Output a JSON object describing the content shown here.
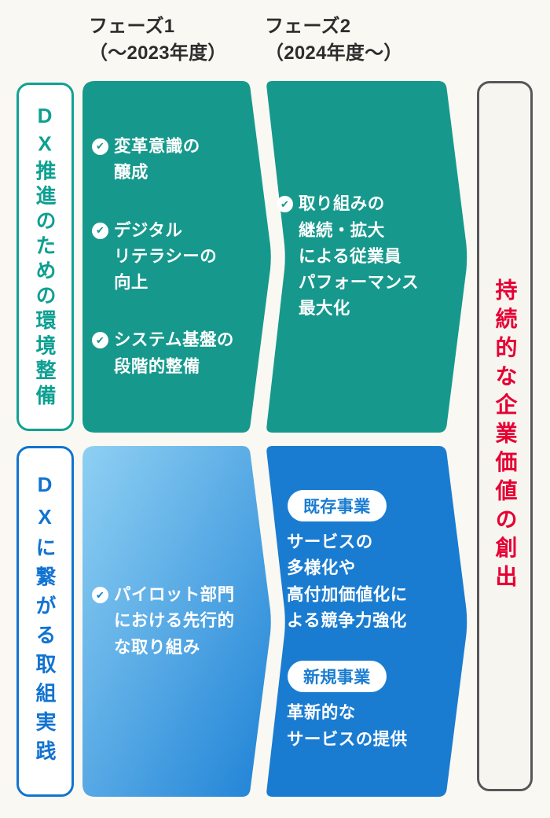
{
  "headers": {
    "phase1": {
      "title": "フェーズ1",
      "period": "（～2023年度）"
    },
    "phase2": {
      "title": "フェーズ2",
      "period": "（2024年度～）"
    }
  },
  "left_labels": {
    "environment": "DX推進のための環境整備",
    "practice": "DXに繋がる取組実践"
  },
  "right_label": "持続的な企業価値の創出",
  "environment_row": {
    "phase1_items": [
      {
        "text": "変革意識の\n醸成"
      },
      {
        "text": "デジタル\nリテラシーの\n向上"
      },
      {
        "text": "システム基盤の\n段階的整備"
      }
    ],
    "phase2_items": [
      {
        "text": "取り組みの\n継続・拡大\nによる従業員\nパフォーマンス\n最大化"
      }
    ]
  },
  "practice_row": {
    "phase1_items": [
      {
        "text": "パイロット部門\nにおける先行的\nな取り組み"
      }
    ],
    "phase2_groups": [
      {
        "badge": "既存事業",
        "text": "サービスの\n多様化や\n高付加価値化に\nよる競争力強化"
      },
      {
        "badge": "新規事業",
        "text": "革新的な\nサービスの提供"
      }
    ]
  },
  "icons": {
    "check": "✔"
  },
  "colors": {
    "teal": "#16998C",
    "teal_label": "#0DA092",
    "blue": "#1A7CD1",
    "blue_gradient_light": "#8FD0F3",
    "red": "#E60033",
    "background": "#FAF8F2",
    "outcome_box_bg": "#F7F5F0",
    "outcome_box_border": "#57575A"
  }
}
